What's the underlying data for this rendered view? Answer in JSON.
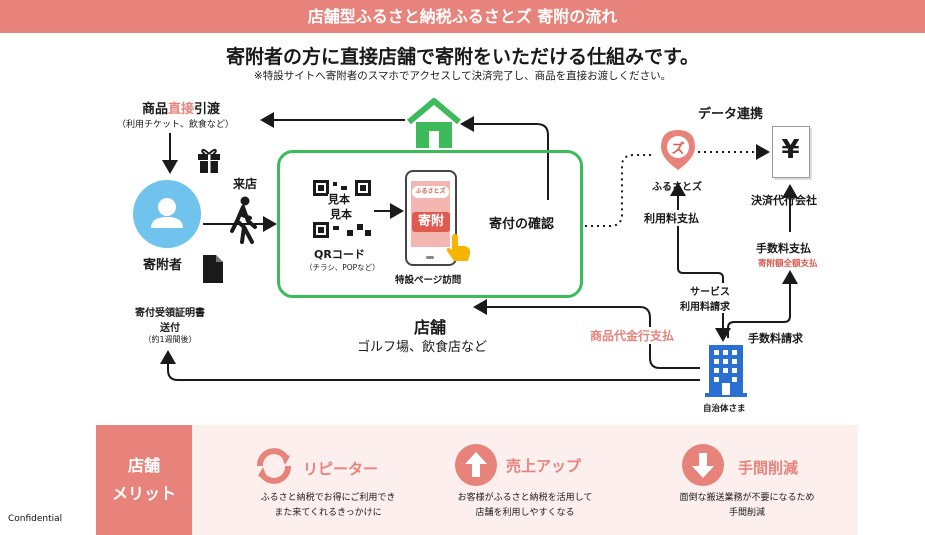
{
  "header": {
    "title": "店舗型ふるさと納税ふるさとズ 寄附の流れ"
  },
  "headline": "寄附者の方に直接店舗で寄附をいただける仕組みです。",
  "subline": "※特設サイトへ寄附者のスマホでアクセスして決済完了し、商品を直接お渡しください。",
  "flow": {
    "goods_label_prefix": "商品",
    "goods_label_highlight": "直接",
    "goods_label_suffix": "引渡",
    "goods_note": "（利用チケット、飲食など）",
    "donor_label": "寄附者",
    "visit_label": "来店",
    "qr_label": "QRコード",
    "qr_note": "（チラシ、POPなど）",
    "qr_mark_1": "見本",
    "qr_mark_2": "見本",
    "phone_banner": "ふるさとズ",
    "phone_button": "寄附",
    "page_visit_label": "特設ページ訪問",
    "confirm_label": "寄付の確認",
    "shop_label": "店舗",
    "shop_note": "ゴルフ場、飲食店など",
    "receipt_line1": "寄付受領証明書",
    "receipt_line2": "送付",
    "receipt_line3": "（約1週間後）",
    "data_link_label": "データ連携",
    "furusatoz_label": "ふるさとズ",
    "furusatoz_mark": "ズ",
    "usage_fee_label": "利用料支払",
    "yen_symbol": "¥",
    "agency_label": "決済代行会社",
    "fee_pay_label": "手数料支払",
    "fee_pay_note": "寄附額全額支払",
    "service_line1": "サービス",
    "service_line2": "利用料請求",
    "goods_payment_label": "商品代金行支払",
    "fee_request_label": "手数料請求",
    "municipality_label": "自治体さま"
  },
  "merit": {
    "heading_line1": "店舗",
    "heading_line2": "メリット",
    "items": [
      {
        "icon": "refresh-icon",
        "title": "リピーター",
        "desc_line1": "ふるさと納税でお得にご利用でき",
        "desc_line2": "また来てくれるきっかけに"
      },
      {
        "icon": "arrow-up-icon",
        "title": "売上アップ",
        "desc_line1": "お客様がふるさと納税を活用して",
        "desc_line2": "店舗を利用しやすくなる"
      },
      {
        "icon": "arrow-down-icon",
        "title": "手間削減",
        "desc_line1": "面倒な搬送業務が不要になるため",
        "desc_line2": "手間削減"
      }
    ]
  },
  "footer": {
    "confidential": "Confidential"
  },
  "colors": {
    "accent": "#e8837c",
    "green": "#3dbb5a",
    "blue": "#2a6fd3",
    "donor_blue": "#6fc3ec"
  }
}
